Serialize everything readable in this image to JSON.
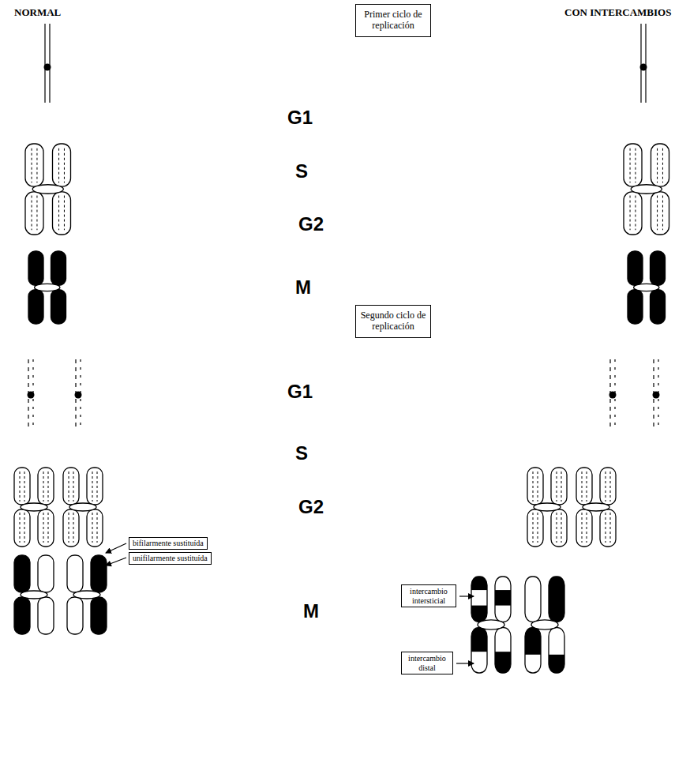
{
  "diagram": {
    "nodes": [
      {
        "text": [
          "Primer ciclo de replicación"
        ]
      },
      {
        "text": [
          "Segundo ciclo de replicación"
        ]
      },
      {
        "text": [
          "bifilarmente sustituída"
        ]
      },
      {
        "text": [
          "unifilarmente sustituída"
        ]
      },
      {
        "text": [
          "intercambio intersticial"
        ]
      },
      {
        "text": [
          "intercambio distal"
        ]
      }
    ],
    "labels": [
      "NORMAL",
      "CON INTERCAMBIOS",
      "G1",
      "S",
      "G2",
      "M",
      "G1",
      "S",
      "G2",
      "M"
    ]
  }
}
